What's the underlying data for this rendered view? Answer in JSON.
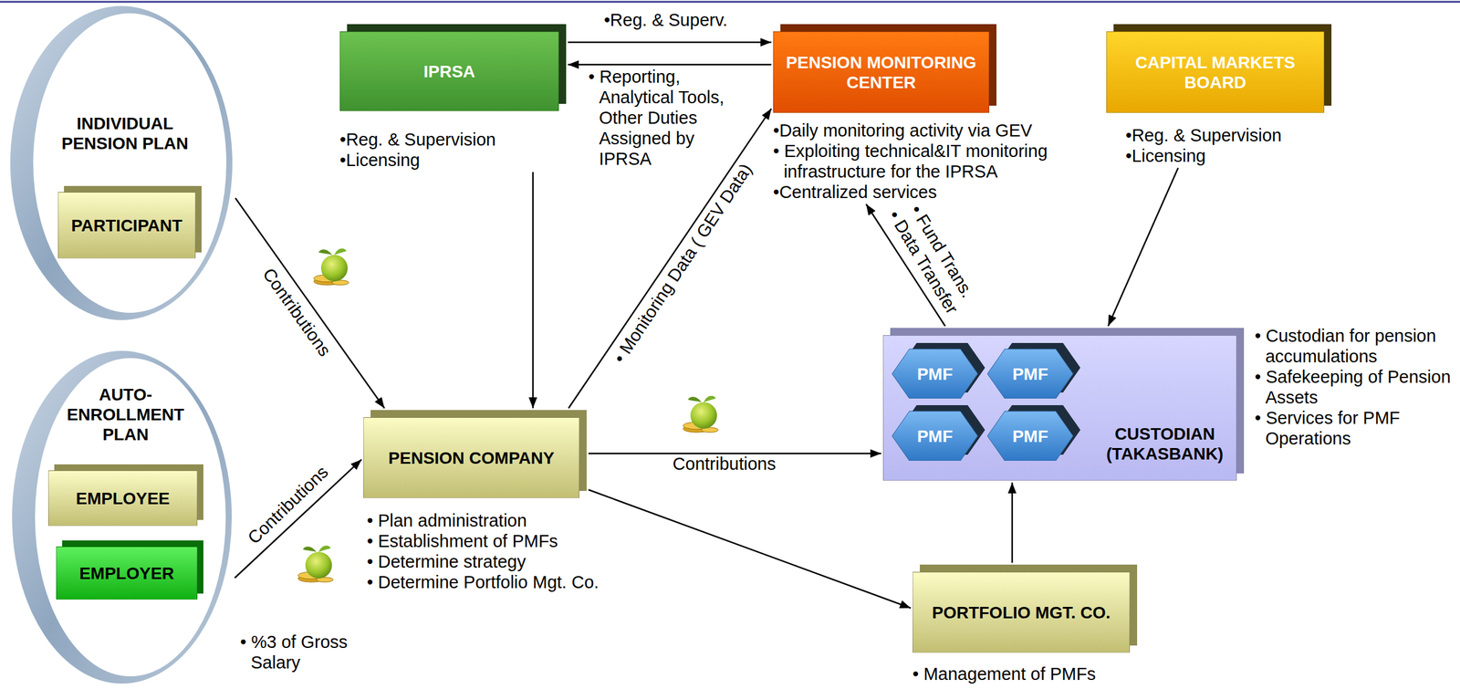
{
  "diagram": {
    "nodes": [
      {
        "text": [
          "INDIVIDUAL PENSION PLAN"
        ]
      },
      {
        "text": [
          "PARTICIPANT"
        ],
        "in": 0
      },
      {
        "text": [
          "IPRSA",
          "•Reg. & Supervision",
          "•Licensing"
        ]
      },
      {
        "text": [
          "PENSION MONITORING CENTER",
          "•Daily monitoring activity via GEV",
          "• Exploiting technical&IT monitoring infrastructure for the IPRSA",
          "•Centralized services"
        ]
      },
      {
        "text": [
          "CAPITAL MARKETS BOARD",
          "•Reg. & Supervision",
          "•Licensing"
        ]
      },
      {
        "text": [
          "AUTO- ENROLLMENT PLAN"
        ]
      },
      {
        "text": [
          "EMPLOYEE"
        ],
        "in": 5
      },
      {
        "text": [
          "EMPLOYER"
        ],
        "in": 5
      },
      {
        "text": [
          "PENSION COMPANY",
          "• Plan administration",
          "• Establishment of PMFs",
          "• Determine strategy",
          "• Determine Portfolio Mgt. Co."
        ]
      },
      {
        "text": [
          "CUSTODIAN (TAKASBANK)",
          "• Custodian for pension accumulations",
          "• Safekeeping of Pension Assets",
          "• Services for PMF Operations"
        ]
      },
      {
        "text": [
          "PMF"
        ],
        "in": 9
      },
      {
        "text": [
          "PMF"
        ],
        "in": 9
      },
      {
        "text": [
          "PMF"
        ],
        "in": 9
      },
      {
        "text": [
          "PMF"
        ],
        "in": 9
      },
      {
        "text": [
          "PORTFOLIO MGT. CO.",
          "• Management of PMFs"
        ]
      }
    ],
    "edges": [
      {
        "from": 0,
        "to": 8,
        "label": "Contributions",
        "arrow": "to"
      },
      {
        "from": 2,
        "to": 3,
        "label": "•Reg. & Superv.",
        "arrow": "to"
      },
      {
        "from": 3,
        "to": 2,
        "label": "• Reporting, Analytical Tools, Other Duties Assigned by IPRSA",
        "arrow": "to"
      },
      {
        "from": 2,
        "to": 8,
        "arrow": "to"
      },
      {
        "from": 8,
        "to": 3,
        "label": "• Monitoring Data ( GEV Data)",
        "arrow": "to"
      },
      {
        "from": 9,
        "to": 3,
        "label": "• Fund Trans.",
        "arrow": "to"
      },
      {
        "from": 5,
        "to": 8,
        "label": "Contributions",
        "arrow": "to"
      },
      {
        "from": 8,
        "to": 9,
        "label": "Contributions",
        "arrow": "to"
      },
      {
        "from": 8,
        "to": 14,
        "arrow": "to"
      },
      {
        "from": 14,
        "to": 9,
        "arrow": "to"
      },
      {
        "from": 4,
        "to": 9,
        "arrow": "to"
      }
    ],
    "labels": [
      "• Data Transfer",
      "• %3 of Gross Salary"
    ]
  }
}
